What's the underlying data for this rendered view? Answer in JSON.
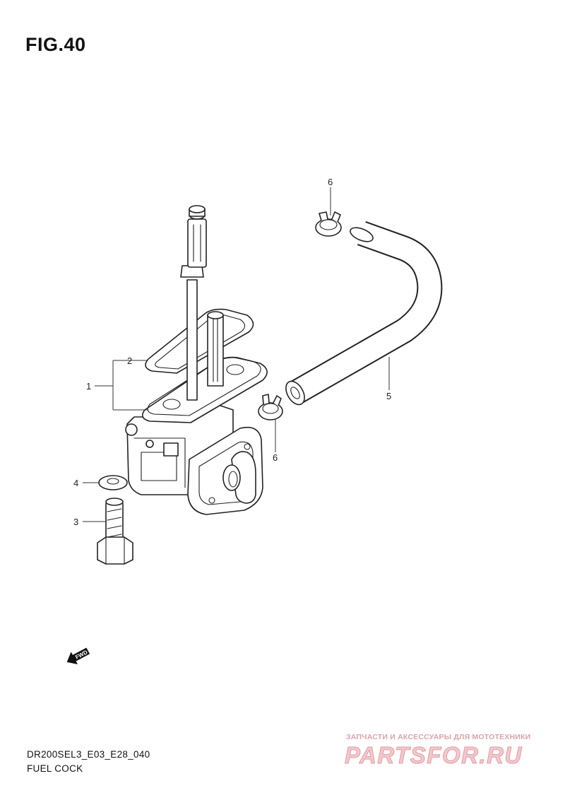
{
  "figure": {
    "title": "FIG.40"
  },
  "callouts": [
    {
      "id": "1",
      "label": "1"
    },
    {
      "id": "2",
      "label": "2"
    },
    {
      "id": "3",
      "label": "3"
    },
    {
      "id": "4",
      "label": "4"
    },
    {
      "id": "5",
      "label": "5"
    },
    {
      "id": "6",
      "label": "6"
    }
  ],
  "fwd_arrow": {
    "label": "FWD",
    "icon": "fwd-arrow-icon"
  },
  "footer": {
    "code": "DR200SEL3_E03_E28_040",
    "caption": "FUEL COCK"
  },
  "watermark": {
    "tagline": "ЗАПЧАСТИ И АКСЕССУАРЫ ДЛЯ МОТОТЕХНИКИ",
    "brand": "PARTSFOR.RU"
  }
}
